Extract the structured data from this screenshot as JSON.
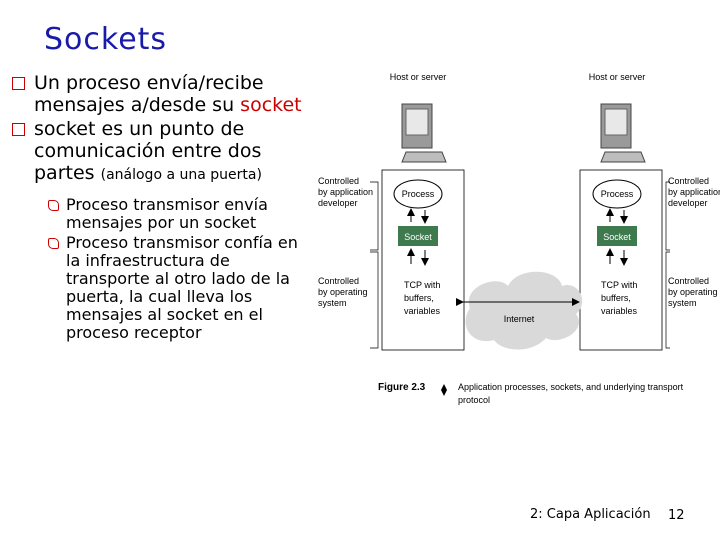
{
  "slide": {
    "title": "Sockets",
    "bullet1": {
      "text": "Un proceso envía/recibe mensajes a/desde su",
      "highlight": "socket"
    },
    "bullet2": {
      "text": "socket es un punto de comunicación entre dos partes",
      "note": "(análogo a una puerta)"
    },
    "sub_bullets": [
      "Proceso transmisor envía mensajes por un socket",
      "Proceso transmisor confía en la infraestructura de transporte al otro lado de la puerta, la cual lleva los mensajes al socket en el proceso receptor"
    ],
    "footer": "2: Capa Aplicación",
    "page_number": "12"
  },
  "figure": {
    "host_left": "Host or server",
    "host_right": "Host or server",
    "process": "Process",
    "socket": "Socket",
    "tcp_line1": "TCP with",
    "tcp_line2": "buffers,",
    "tcp_line3": "variables",
    "internet": "Internet",
    "controlled_app_1": "Controlled",
    "controlled_app_2": "by application",
    "controlled_app_3": "developer",
    "controlled_os_1": "Controlled",
    "controlled_os_2": "by operating",
    "controlled_os_3": "system",
    "caption_label": "Figure 2.3",
    "caption_line1": "Application processes, sockets, and underlying transport",
    "caption_line2": "protocol"
  },
  "colors": {
    "title": "#1a1aa8",
    "bullet_marker": "#cc0000",
    "socket_fill": "#3f7a4f",
    "internet_cloud": "#d9d9d9"
  }
}
